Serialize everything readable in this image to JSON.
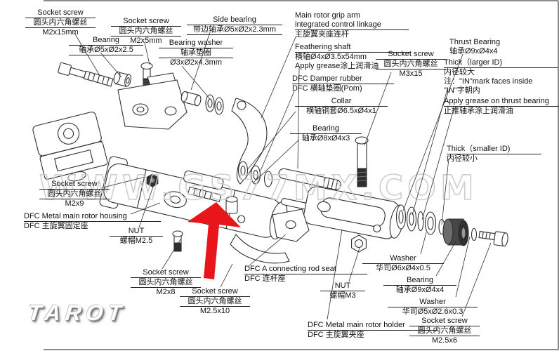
{
  "watermark": "WWW.GS77MX.COM",
  "logo": "TAROT",
  "colors": {
    "arrow": "#e8161a",
    "line": "#2f2f2f",
    "watermark": "#c9c9c9"
  },
  "labels": [
    {
      "id": "socket-screw-m2x15mm",
      "lines": [
        "Socket screw",
        "圆头内六角螺丝",
        "M2x15mm"
      ]
    },
    {
      "id": "socket-screw-m2x5mm",
      "lines": [
        "Socket screw",
        "圆头内六角螺丝",
        "M2x5mm"
      ]
    },
    {
      "id": "bearing-5x2x2-5",
      "lines": [
        "Bearing",
        "轴承Ø5xØ2x2.5"
      ]
    },
    {
      "id": "side-bearing",
      "lines": [
        "Side bearing",
        "带边轴承Ø5xØ2x2.3mm"
      ]
    },
    {
      "id": "bearing-washer",
      "lines": [
        "Bearing washer",
        "轴承垫圈",
        "Ø3xØ2x4.3mm"
      ]
    },
    {
      "id": "main-rotor-grip-arm",
      "lines": [
        "Main rotor grip arm",
        "integrated control linkage",
        "主旋翼夹座连杆"
      ]
    },
    {
      "id": "feathering-shaft",
      "lines": [
        "Feathering shaft",
        "横轴Ø4xØ3.5x54mm",
        "Apply grease涂上润滑油"
      ]
    },
    {
      "id": "dfc-damper-rubber",
      "lines": [
        "DFC Damper rubber",
        "DFC 横轴垫圈(Pom)"
      ]
    },
    {
      "id": "collar",
      "lines": [
        "Collar",
        "横轴铜套Ø6.5xØ4x1"
      ]
    },
    {
      "id": "bearing-8x4x3",
      "lines": [
        "Bearing",
        "轴承Ø8xØ4x3"
      ]
    },
    {
      "id": "socket-screw-m3x15",
      "lines": [
        "Socket screw",
        "圆头内六角螺丝",
        "M3x15"
      ]
    },
    {
      "id": "thrust-bearing",
      "lines": [
        "Thrust Bearing",
        "轴承Ø9xØ4x4"
      ]
    },
    {
      "id": "thick-larger-id",
      "lines": [
        "Thick（larger ID)",
        "内径较大",
        "注：\"IN\"mark faces inside",
        "\"IN\"字朝内"
      ]
    },
    {
      "id": "apply-grease-thrust-bearing",
      "lines": [
        "Apply grease on thrust bearing",
        "止推轴承涂上润滑油"
      ]
    },
    {
      "id": "thick-smaller-id",
      "lines": [
        "Thick（smaller ID)",
        "内径较小"
      ]
    },
    {
      "id": "socket-screw-m2x9",
      "lines": [
        "Socket screw",
        "圆头内六角螺丝",
        "M2x9"
      ]
    },
    {
      "id": "dfc-metal-main-rotor-housing",
      "lines": [
        "DFC Metal main rotor housing",
        "DFC 主旋翼固定座"
      ]
    },
    {
      "id": "nut-m2-5",
      "lines": [
        "NUT",
        "螺帽M2.5"
      ]
    },
    {
      "id": "socket-screw-m2x8",
      "lines": [
        "Socket screw",
        "圆头内六角螺丝",
        "M2x8"
      ]
    },
    {
      "id": "socket-screw-m2-5x10",
      "lines": [
        "Socket screw",
        "圆头内六角螺丝",
        "M2.5x10"
      ]
    },
    {
      "id": "dfc-a-connecting-rod-seat",
      "lines": [
        "DFC A connecting rod seat",
        "DFC 连杆座"
      ]
    },
    {
      "id": "nut-m3",
      "lines": [
        "NUT",
        "螺帽M3"
      ]
    },
    {
      "id": "washer-6x4x0-5",
      "lines": [
        "Washer",
        "华司Ø6xØ4x0.5"
      ]
    },
    {
      "id": "bearing-9x4x4",
      "lines": [
        "Bearing",
        "轴承Ø9xØ4x4"
      ]
    },
    {
      "id": "washer-5x2-6x0-3",
      "lines": [
        "Washer",
        "华司Ø5xØ2.6x0.3"
      ]
    },
    {
      "id": "dfc-metal-main-rotor-holder",
      "lines": [
        "DFC Metal main rotor holder",
        "DFC 主旋翼夹座"
      ]
    },
    {
      "id": "socket-screw-m2-5x6",
      "lines": [
        "Socket screw",
        "圆头内六角螺丝",
        "M2.5x6"
      ]
    }
  ]
}
